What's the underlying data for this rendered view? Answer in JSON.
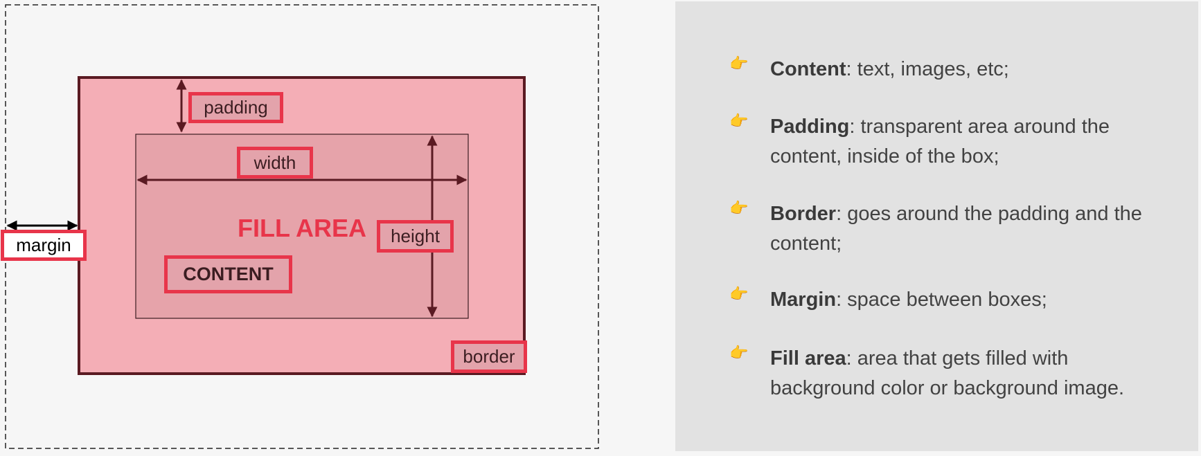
{
  "diagram": {
    "fill_area_label": "FILL AREA",
    "labels": {
      "padding": "padding",
      "width": "width",
      "height": "height",
      "content": "CONTENT",
      "margin": "margin",
      "border": "border"
    }
  },
  "definitions": [
    {
      "term": "Content",
      "description": ": text, images, etc;"
    },
    {
      "term": "Padding",
      "description": ": transparent area around the content, inside of the box;"
    },
    {
      "term": "Border",
      "description": ": goes around the padding and the content;"
    },
    {
      "term": "Margin",
      "description": ": space between boxes;"
    },
    {
      "term": "Fill area",
      "description": ": area that gets filled with background color or background image."
    }
  ],
  "bullet_icon": "pointing-hand-icon",
  "colors": {
    "accent_red": "#e8354a",
    "fill_area": "#f4aeb6",
    "content_box": "#e6a3aa",
    "border_dark": "#5a1a22",
    "panel_bg": "#e2e2e2"
  }
}
